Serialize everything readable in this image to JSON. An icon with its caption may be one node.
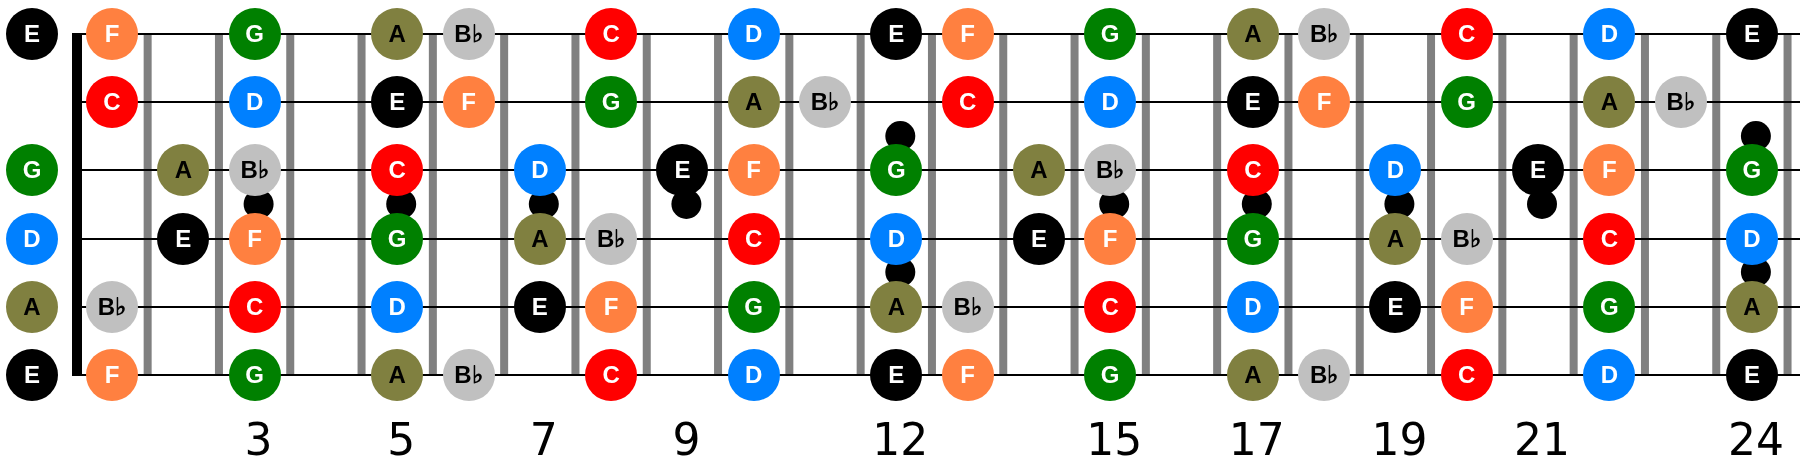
{
  "diagram": {
    "nodes": [
      {
        "text": [
          "E"
        ]
      },
      {
        "text": [
          "F"
        ]
      },
      {
        "text": [
          "G"
        ]
      },
      {
        "text": [
          "A"
        ]
      },
      {
        "text": [
          "B♭"
        ]
      },
      {
        "text": [
          "C"
        ]
      },
      {
        "text": [
          "D"
        ]
      },
      {
        "text": [
          "E"
        ]
      },
      {
        "text": [
          "F"
        ]
      },
      {
        "text": [
          "G"
        ]
      },
      {
        "text": [
          "A"
        ]
      },
      {
        "text": [
          "B♭"
        ]
      },
      {
        "text": [
          "C"
        ]
      },
      {
        "text": [
          "D"
        ]
      },
      {
        "text": [
          "E"
        ]
      },
      {
        "text": [
          "C"
        ]
      },
      {
        "text": [
          "D"
        ]
      },
      {
        "text": [
          "E"
        ]
      },
      {
        "text": [
          "F"
        ]
      },
      {
        "text": [
          "G"
        ]
      },
      {
        "text": [
          "A"
        ]
      },
      {
        "text": [
          "B♭"
        ]
      },
      {
        "text": [
          "C"
        ]
      },
      {
        "text": [
          "D"
        ]
      },
      {
        "text": [
          "E"
        ]
      },
      {
        "text": [
          "F"
        ]
      },
      {
        "text": [
          "G"
        ]
      },
      {
        "text": [
          "A"
        ]
      },
      {
        "text": [
          "B♭"
        ]
      },
      {
        "text": [
          "G"
        ]
      },
      {
        "text": [
          "A"
        ]
      },
      {
        "text": [
          "B♭"
        ]
      },
      {
        "text": [
          "C"
        ]
      },
      {
        "text": [
          "D"
        ]
      },
      {
        "text": [
          "E"
        ]
      },
      {
        "text": [
          "F"
        ]
      },
      {
        "text": [
          "G"
        ]
      },
      {
        "text": [
          "A"
        ]
      },
      {
        "text": [
          "B♭"
        ]
      },
      {
        "text": [
          "C"
        ]
      },
      {
        "text": [
          "D"
        ]
      },
      {
        "text": [
          "E"
        ]
      },
      {
        "text": [
          "F"
        ]
      },
      {
        "text": [
          "G"
        ]
      },
      {
        "text": [
          "D"
        ]
      },
      {
        "text": [
          "E"
        ]
      },
      {
        "text": [
          "F"
        ]
      },
      {
        "text": [
          "G"
        ]
      },
      {
        "text": [
          "A"
        ]
      },
      {
        "text": [
          "B♭"
        ]
      },
      {
        "text": [
          "C"
        ]
      },
      {
        "text": [
          "D"
        ]
      },
      {
        "text": [
          "E"
        ]
      },
      {
        "text": [
          "F"
        ]
      },
      {
        "text": [
          "G"
        ]
      },
      {
        "text": [
          "A"
        ]
      },
      {
        "text": [
          "B♭"
        ]
      },
      {
        "text": [
          "C"
        ]
      },
      {
        "text": [
          "D"
        ]
      },
      {
        "text": [
          "A"
        ]
      },
      {
        "text": [
          "B♭"
        ]
      },
      {
        "text": [
          "C"
        ]
      },
      {
        "text": [
          "D"
        ]
      },
      {
        "text": [
          "E"
        ]
      },
      {
        "text": [
          "F"
        ]
      },
      {
        "text": [
          "G"
        ]
      },
      {
        "text": [
          "A"
        ]
      },
      {
        "text": [
          "B♭"
        ]
      },
      {
        "text": [
          "C"
        ]
      },
      {
        "text": [
          "D"
        ]
      },
      {
        "text": [
          "E"
        ]
      },
      {
        "text": [
          "F"
        ]
      },
      {
        "text": [
          "G"
        ]
      },
      {
        "text": [
          "A"
        ]
      },
      {
        "text": [
          "E"
        ]
      },
      {
        "text": [
          "F"
        ]
      },
      {
        "text": [
          "G"
        ]
      },
      {
        "text": [
          "A"
        ]
      },
      {
        "text": [
          "B♭"
        ]
      },
      {
        "text": [
          "C"
        ]
      },
      {
        "text": [
          "D"
        ]
      },
      {
        "text": [
          "E"
        ]
      },
      {
        "text": [
          "F"
        ]
      },
      {
        "text": [
          "G"
        ]
      },
      {
        "text": [
          "A"
        ]
      },
      {
        "text": [
          "B♭"
        ]
      },
      {
        "text": [
          "C"
        ]
      },
      {
        "text": [
          "D"
        ]
      },
      {
        "text": [
          "E"
        ]
      }
    ],
    "labels": [
      "3",
      "5",
      "7",
      "9",
      "12",
      "15",
      "17",
      "19",
      "21",
      "24"
    ]
  }
}
